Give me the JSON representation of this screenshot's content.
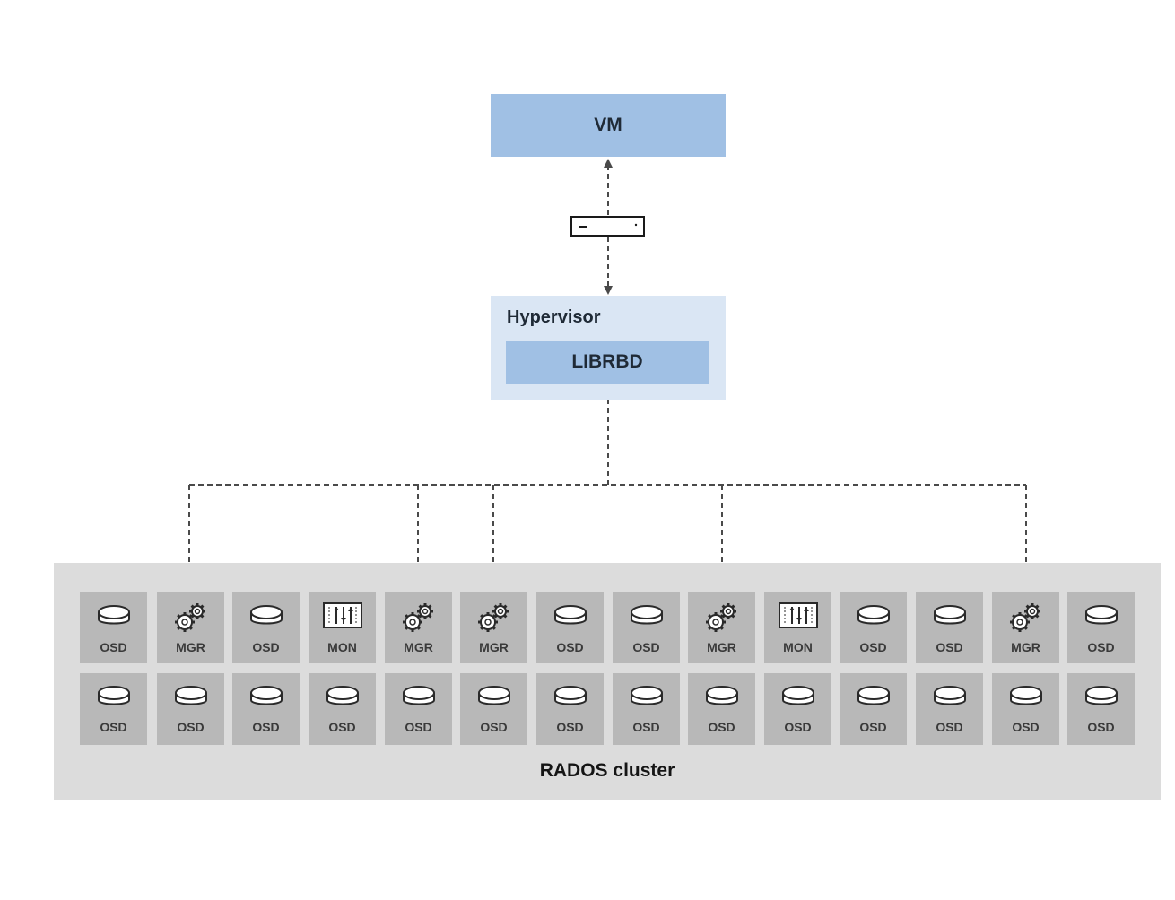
{
  "vm": {
    "label": "VM"
  },
  "hypervisor": {
    "label": "Hypervisor",
    "librbd_label": "LIBRBD"
  },
  "cluster": {
    "label": "RADOS cluster",
    "row1": [
      "OSD",
      "MGR",
      "OSD",
      "MON",
      "MGR",
      "MGR",
      "OSD",
      "OSD",
      "MGR",
      "MON",
      "OSD",
      "OSD",
      "MGR",
      "OSD"
    ],
    "row2": [
      "OSD",
      "OSD",
      "OSD",
      "OSD",
      "OSD",
      "OSD",
      "OSD",
      "OSD",
      "OSD",
      "OSD",
      "OSD",
      "OSD",
      "OSD",
      "OSD"
    ]
  },
  "icons": {
    "OSD": "disk-icon",
    "MGR": "gears-icon",
    "MON": "monitor-sliders-icon",
    "network": "network-device-icon"
  },
  "colors": {
    "vm_fill": "#a0c0e4",
    "hypervisor_fill": "#dae6f4",
    "cluster_fill": "#dcdcdc",
    "node_fill": "#b8b8b8",
    "connector": "#4a4a4a"
  }
}
